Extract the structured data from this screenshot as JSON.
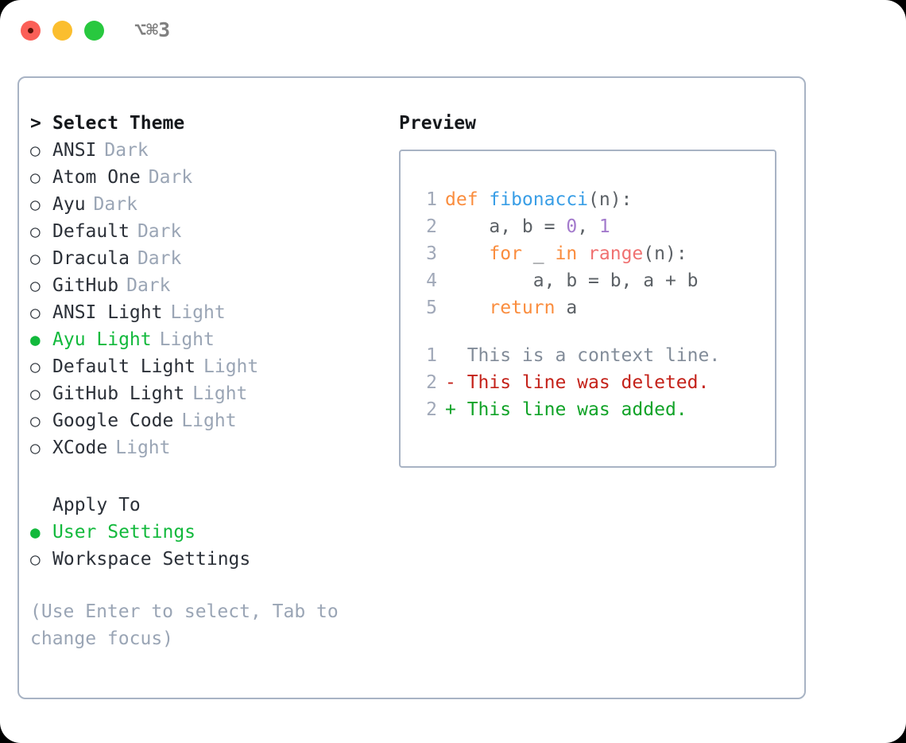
{
  "window": {
    "traffic_lights": [
      "close",
      "minimize",
      "maximize"
    ],
    "shortcut": "⌥⌘3"
  },
  "colors": {
    "accent_green": "#12B93C",
    "muted": "#9AA5B5",
    "border": "#A8B3C4",
    "keyword": "#FA8D3E",
    "function": "#399EE6",
    "builtin": "#F07171",
    "number": "#A37ACC",
    "plain": "#5C6166",
    "diff_context": "#828C99",
    "diff_deleted": "#C4221A",
    "diff_added": "#11A328"
  },
  "theme_picker": {
    "caret": ">",
    "title": "Select Theme",
    "bullet_unselected": "○",
    "bullet_selected": "●",
    "items": [
      {
        "name": "ANSI",
        "category": "Dark",
        "selected": false
      },
      {
        "name": "Atom One",
        "category": "Dark",
        "selected": false
      },
      {
        "name": "Ayu",
        "category": "Dark",
        "selected": false
      },
      {
        "name": "Default",
        "category": "Dark",
        "selected": false
      },
      {
        "name": "Dracula",
        "category": "Dark",
        "selected": false
      },
      {
        "name": "GitHub",
        "category": "Dark",
        "selected": false
      },
      {
        "name": "ANSI Light",
        "category": "Light",
        "selected": false
      },
      {
        "name": "Ayu Light",
        "category": "Light",
        "selected": true
      },
      {
        "name": "Default Light",
        "category": "Light",
        "selected": false
      },
      {
        "name": "GitHub Light",
        "category": "Light",
        "selected": false
      },
      {
        "name": "Google Code",
        "category": "Light",
        "selected": false
      },
      {
        "name": "XCode",
        "category": "Light",
        "selected": false
      }
    ]
  },
  "apply_to": {
    "title": "Apply To",
    "options": [
      {
        "label": "User Settings",
        "selected": true
      },
      {
        "label": "Workspace Settings",
        "selected": false
      }
    ]
  },
  "hint": "(Use Enter to select, Tab to change focus)",
  "preview": {
    "title": "Preview",
    "code_lines": [
      {
        "number": "1",
        "tokens": [
          {
            "text": "def ",
            "type": "kw"
          },
          {
            "text": "fibonacci",
            "type": "fn"
          },
          {
            "text": "(n):",
            "type": "punc"
          }
        ]
      },
      {
        "number": "2",
        "tokens": [
          {
            "text": "    a, b = ",
            "type": "pln"
          },
          {
            "text": "0",
            "type": "num"
          },
          {
            "text": ", ",
            "type": "pln"
          },
          {
            "text": "1",
            "type": "num"
          }
        ]
      },
      {
        "number": "3",
        "tokens": [
          {
            "text": "    ",
            "type": "pln"
          },
          {
            "text": "for",
            "type": "kw"
          },
          {
            "text": " _ ",
            "type": "pln"
          },
          {
            "text": "in",
            "type": "kw"
          },
          {
            "text": " ",
            "type": "pln"
          },
          {
            "text": "range",
            "type": "bi"
          },
          {
            "text": "(n):",
            "type": "punc"
          }
        ]
      },
      {
        "number": "4",
        "tokens": [
          {
            "text": "        a, b = b, a + b",
            "type": "pln"
          }
        ]
      },
      {
        "number": "5",
        "tokens": [
          {
            "text": "    ",
            "type": "pln"
          },
          {
            "text": "return",
            "type": "kw"
          },
          {
            "text": " a",
            "type": "pln"
          }
        ]
      }
    ],
    "diff_lines": [
      {
        "number": "1",
        "marker": "  ",
        "text": "This is a context line.",
        "kind": "context"
      },
      {
        "number": "2",
        "marker": "- ",
        "text": "This line was deleted.",
        "kind": "deleted"
      },
      {
        "number": "2",
        "marker": "+ ",
        "text": "This line was added.",
        "kind": "added"
      }
    ]
  }
}
